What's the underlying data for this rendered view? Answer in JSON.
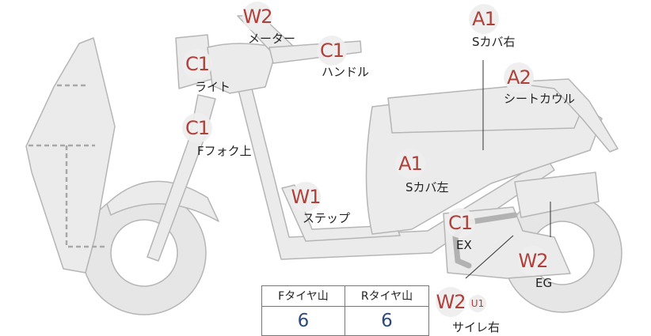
{
  "parts": [
    {
      "code": "W2",
      "label": "メーター"
    },
    {
      "code": "C1",
      "label": "ハンドル"
    },
    {
      "code": "C1",
      "label": "ライト"
    },
    {
      "code": "A1",
      "label": "Sカバ右"
    },
    {
      "code": "A2",
      "label": "シートカウル"
    },
    {
      "code": "C1",
      "label": "Fフォク上"
    },
    {
      "code": "A1",
      "label": "Sカバ左"
    },
    {
      "code": "W1",
      "label": "ステップ"
    },
    {
      "code": "C1",
      "label": "EX"
    },
    {
      "code": "W2",
      "label": "EG"
    },
    {
      "code": "W2",
      "sub_code": "U1",
      "label": "サイレ右"
    }
  ],
  "tread": {
    "headers": [
      "Fタイヤ山",
      "Rタイヤ山"
    ],
    "values": [
      "6",
      "6"
    ]
  },
  "colors": {
    "body": "#e9e9e9",
    "outline": "#b5b5b5",
    "code": "#b0403a",
    "value": "#2c4a7a"
  }
}
